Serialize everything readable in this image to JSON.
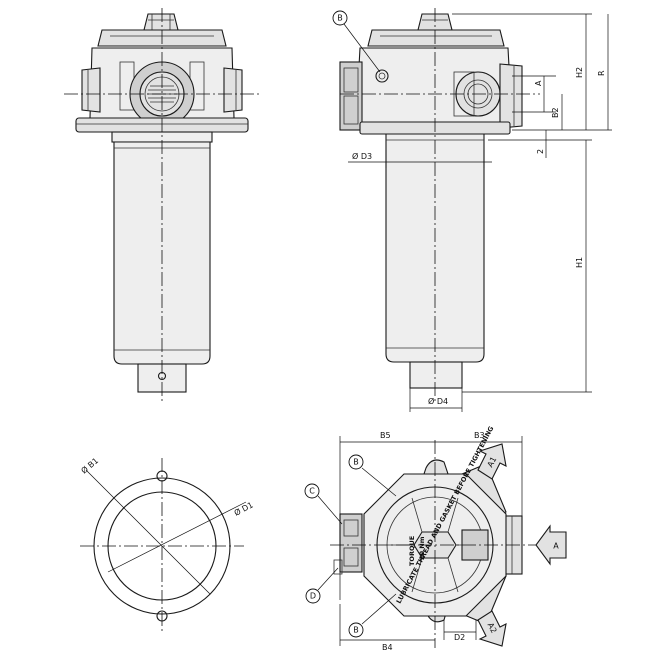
{
  "dimensions": {
    "A": "A",
    "B2": "B2",
    "D3": "Ø D3",
    "D4": "Ø D4",
    "H1": "H1",
    "H2": "H2",
    "R": "R",
    "two": "2",
    "B1": "Ø B1",
    "D1": "Ø D1",
    "B5": "B5",
    "B3": "B3",
    "B4": "B4",
    "D2": "D2"
  },
  "callouts": {
    "b_side": "B",
    "b_top": "B",
    "b_bottom": "B",
    "c": "C",
    "d": "D"
  },
  "flow_arrows": {
    "a": "A",
    "a1": "A1",
    "a2": "A2"
  },
  "cover_text": {
    "line1": "LUBRICATE THREAD AND GASKET BEFORE TIGHTENING",
    "torque_label": "TORQUE",
    "torque_value": "20 Nm"
  },
  "colors": {
    "line": "#1a1a1a",
    "body_fill": "#eeeeee",
    "part_fill": "#e2e2e2"
  }
}
